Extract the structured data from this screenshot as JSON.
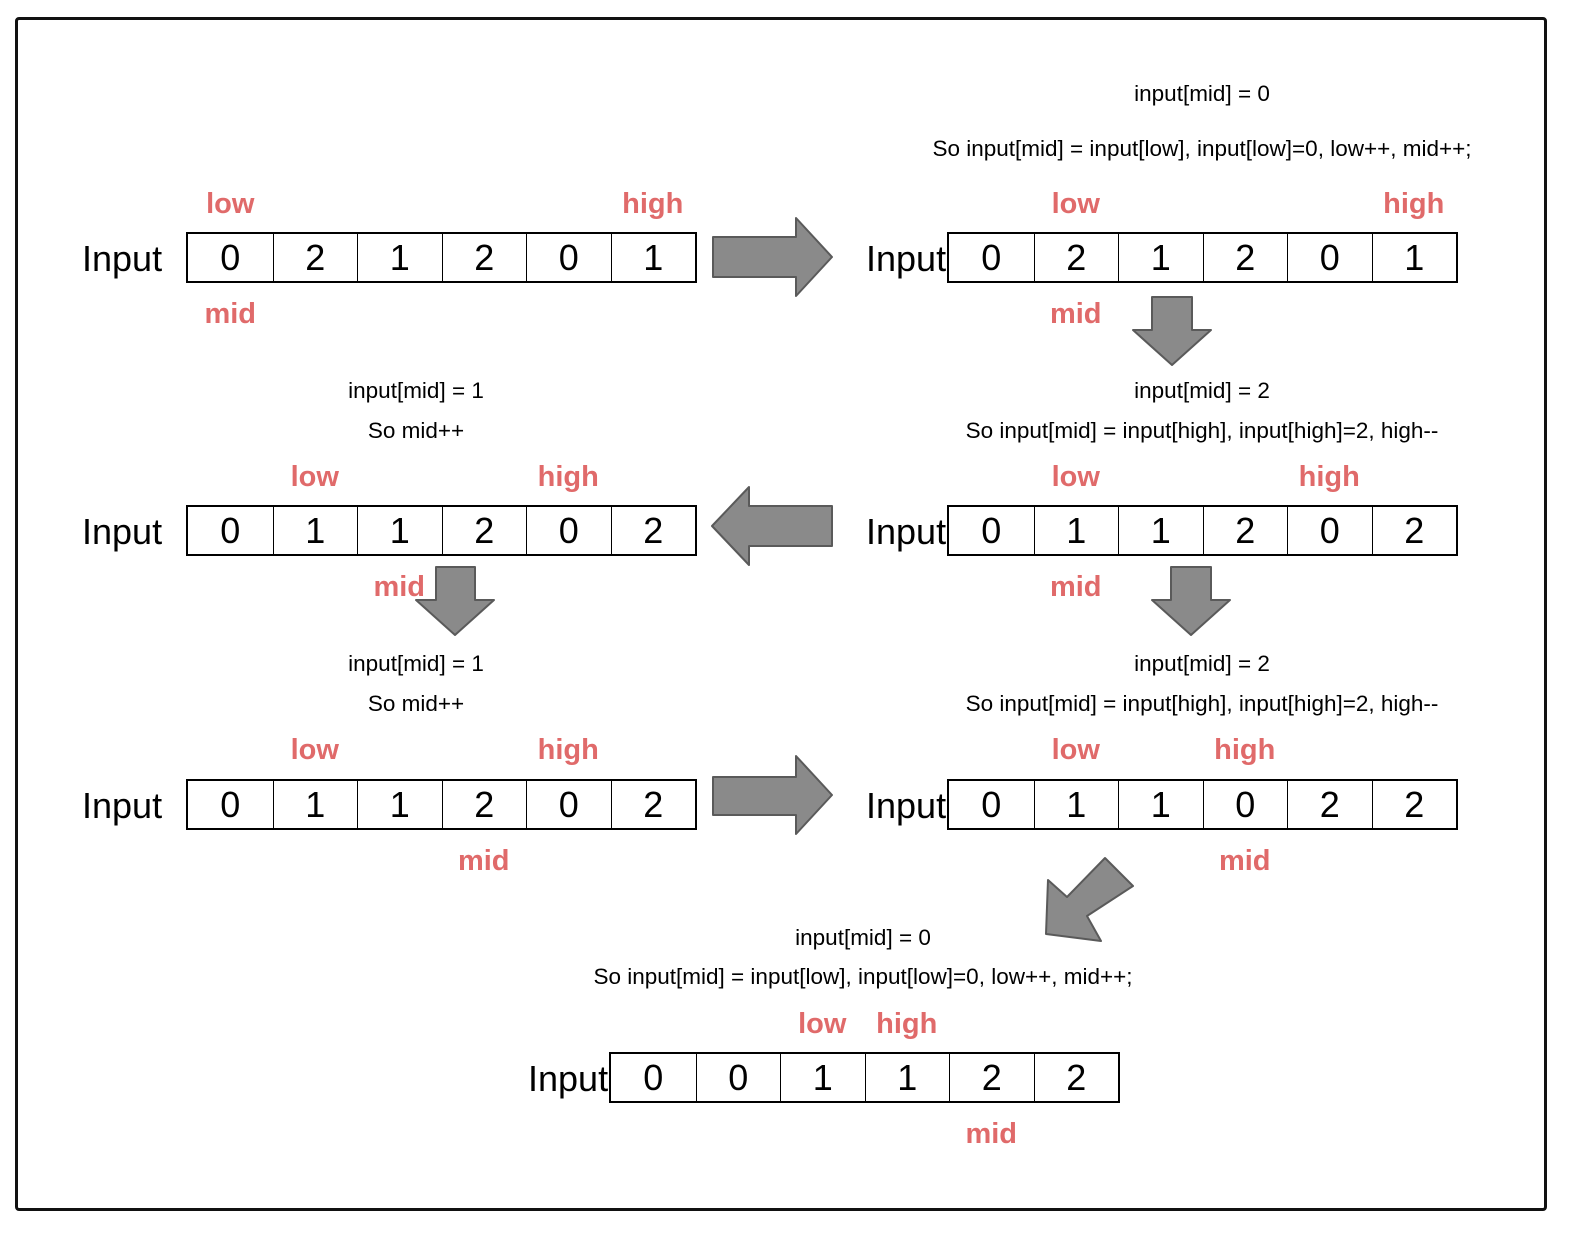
{
  "colors": {
    "pointer": "#e06a6a",
    "arrow_fill": "#8a8a8a",
    "arrow_stroke": "#5a5a5a",
    "border": "#111111"
  },
  "array_label": "Input",
  "pointer_labels": {
    "low": "low",
    "mid": "mid",
    "high": "high"
  },
  "arrays": [
    {
      "id": "step-1",
      "values": [
        "0",
        "2",
        "1",
        "2",
        "0",
        "1"
      ],
      "low": 0,
      "mid": 0,
      "high": 5
    },
    {
      "id": "step-2",
      "values": [
        "0",
        "2",
        "1",
        "2",
        "0",
        "1"
      ],
      "low": 1,
      "mid": 1,
      "high": 5
    },
    {
      "id": "step-3",
      "values": [
        "0",
        "1",
        "1",
        "2",
        "0",
        "2"
      ],
      "low": 1,
      "mid": 1,
      "high": 4
    },
    {
      "id": "step-4",
      "values": [
        "0",
        "1",
        "1",
        "2",
        "0",
        "2"
      ],
      "low": 1,
      "mid": 2,
      "high": 4
    },
    {
      "id": "step-5",
      "values": [
        "0",
        "1",
        "1",
        "2",
        "0",
        "2"
      ],
      "low": 1,
      "mid": 3,
      "high": 4
    },
    {
      "id": "step-6",
      "values": [
        "0",
        "1",
        "1",
        "0",
        "2",
        "2"
      ],
      "low": 1,
      "mid": 3,
      "high": 3
    },
    {
      "id": "step-7",
      "values": [
        "0",
        "0",
        "1",
        "1",
        "2",
        "2"
      ],
      "low": 2,
      "mid": 4,
      "high": 3
    }
  ],
  "notes": [
    "input[mid] = 0",
    "So input[mid] = input[low], input[low]=0, low++, mid++;",
    "input[mid] = 2",
    "So input[mid] = input[high], input[high]=2, high--",
    "input[mid] = 1",
    "So mid++",
    "input[mid] = 1",
    "So mid++",
    "input[mid] = 2",
    "So input[mid] = input[high], input[high]=2, high--",
    "input[mid] = 0",
    "So input[mid] = input[low], input[low]=0, low++, mid++;"
  ],
  "arrow_icons": [
    "arrow-right-icon",
    "arrow-down-icon",
    "arrow-left-icon",
    "arrow-down-icon",
    "arrow-down-icon",
    "arrow-right-icon",
    "arrow-down-left-icon"
  ]
}
